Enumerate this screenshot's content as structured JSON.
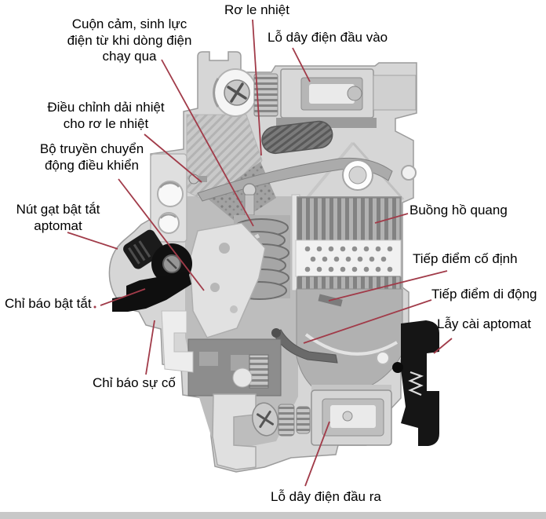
{
  "figure": {
    "background": "#ffffff",
    "leader_color": "#a13b49",
    "body_gray": "#d6d6d6",
    "labels": {
      "coil": "Cuộn cảm, sinh lực\nđiện từ khi dòng điện\nchạy qua",
      "thermal_relay": "Rơ le nhiệt",
      "input_hole": "Lỗ dây điện đầu vào",
      "thermal_adjust": "Điều chỉnh dải nhiệt\ncho rơ le nhiệt",
      "transmission": "Bộ truyền chuyển\nđộng điều khiển",
      "toggle": "Nút gạt bật tắt\naptomat",
      "onoff_indicator": "Chỉ báo bật tắt",
      "fault_indicator": "Chỉ báo sự cố",
      "arc_chamber": "Buồng hồ quang",
      "fixed_contact": "Tiếp điểm cố định",
      "moving_contact": "Tiếp điểm di động",
      "latch": "Lẫy cài aptomat",
      "output_hole": "Lỗ dây điện đầu ra"
    }
  }
}
